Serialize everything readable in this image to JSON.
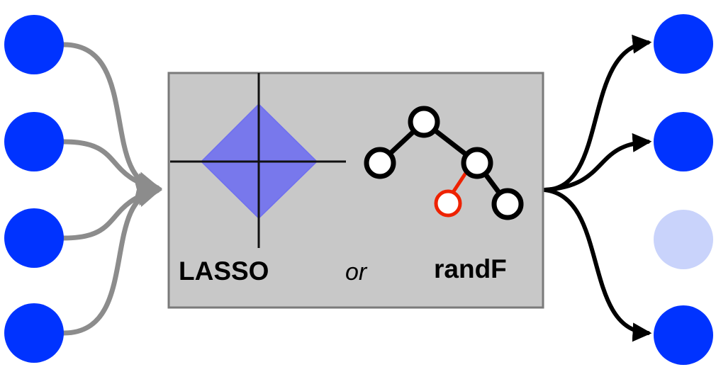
{
  "labels": {
    "method_a": "LASSO",
    "connector": "or",
    "method_b": "randF"
  },
  "nodes": {
    "inputs": [
      {
        "id": "input-1",
        "state": "active"
      },
      {
        "id": "input-2",
        "state": "active"
      },
      {
        "id": "input-3",
        "state": "active"
      },
      {
        "id": "input-4",
        "state": "active"
      }
    ],
    "outputs": [
      {
        "id": "output-1",
        "state": "active"
      },
      {
        "id": "output-2",
        "state": "active"
      },
      {
        "id": "output-3",
        "state": "inactive"
      },
      {
        "id": "output-4",
        "state": "active"
      }
    ]
  },
  "colors": {
    "node_active": "#0033ff",
    "node_inactive": "#c9d3fb",
    "box_fill": "#c8c8c8",
    "box_border": "#7a7a7a",
    "input_edge": "#8c8c8c",
    "output_edge": "#000000",
    "lasso_region": "#6f6ff0",
    "tree_highlight": "#ee2200"
  }
}
